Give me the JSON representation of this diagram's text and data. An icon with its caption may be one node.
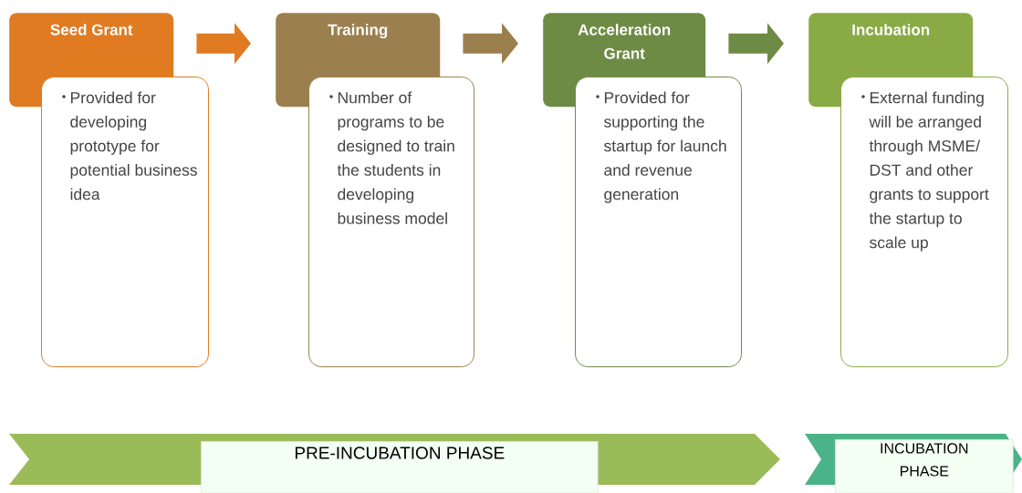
{
  "diagram": {
    "nodes": [
      {
        "text": [
          "Seed Grant"
        ]
      },
      {
        "text": [
          "Provided for developing prototype for potential business idea"
        ]
      },
      {
        "text": [
          "Training"
        ]
      },
      {
        "text": [
          "Number of programs to be designed to train the students in developing business model"
        ]
      },
      {
        "text": [
          "Acceleration Grant"
        ]
      },
      {
        "text": [
          "Provided for supporting the startup for launch and revenue generation"
        ]
      },
      {
        "text": [
          "Incubation"
        ]
      },
      {
        "text": [
          "External funding will be arranged through MSME/ DST and other grants to support the startup to scale up"
        ]
      },
      {
        "text": [
          "PRE-INCUBATION PHASE"
        ]
      },
      {
        "text": [
          "INCUBATION PHASE"
        ]
      }
    ],
    "edges": [
      {
        "from": 0,
        "to": 2,
        "arrow": "to",
        "color": "#e07b22"
      },
      {
        "from": 2,
        "to": 4,
        "arrow": "to",
        "color": "#9c7f4e"
      },
      {
        "from": 4,
        "to": 6,
        "arrow": "to",
        "color": "#6e8b45"
      }
    ]
  }
}
